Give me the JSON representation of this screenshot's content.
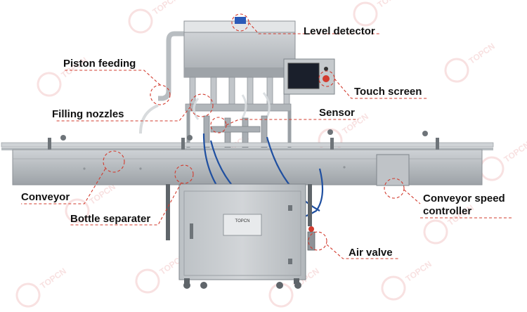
{
  "figure": {
    "watermark_text": "TOPCN",
    "nameplate_brand": "TOPCN",
    "colors": {
      "steel_light": "#c9cdd1",
      "steel_mid": "#a8adb2",
      "steel_dark": "#7f858b",
      "leader_line": "#c0392b",
      "callout_circle": "#d23b2e",
      "watermark": "#f3c9c9",
      "hose_blue": "#1f4fa0",
      "screen": "#1a1f2b",
      "text": "#111111"
    }
  },
  "labels": {
    "level_detector": "Level detector",
    "piston_feeding": "Piston feeding",
    "touch_screen": "Touch screen",
    "filling_nozzles": "Filling nozzles",
    "sensor": "Sensor",
    "conveyor": "Conveyor",
    "conveyor_speed_controller_line1": "Conveyor speed",
    "conveyor_speed_controller_line2": "controller",
    "bottle_separater": "Bottle separater",
    "air_valve": "Air valve"
  }
}
